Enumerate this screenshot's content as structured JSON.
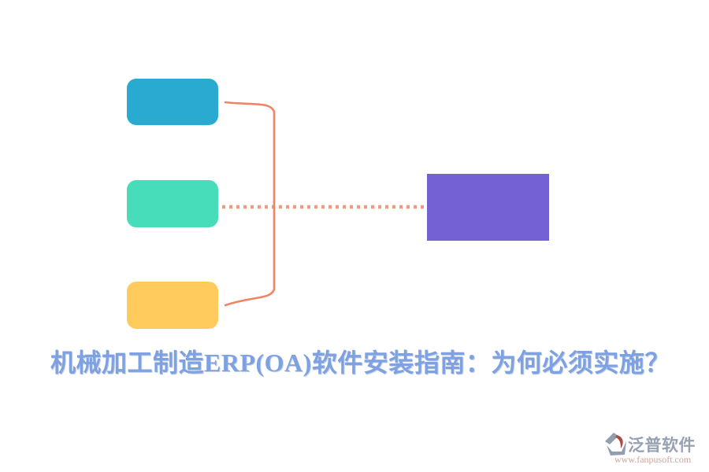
{
  "title": {
    "text": "机械加工制造ERP(OA)软件安装指南：为何必须实施？",
    "color": "#7da1e1"
  },
  "diagram": {
    "nodes": {
      "top": {
        "label": "",
        "color": "#29abd1"
      },
      "middle": {
        "label": "",
        "color": "#47dcba"
      },
      "bottom": {
        "label": "",
        "color": "#ffcb5c"
      },
      "target": {
        "label": "",
        "color": "#7462d5"
      }
    },
    "connector_color": "#ef8466",
    "dotted_connector_color": "#f29a80"
  },
  "watermark": {
    "brand": "泛普软件",
    "url": "www.fanpusoft.com",
    "brand_color": "#98a1b3",
    "url_color": "#cfa39c",
    "logo_gray": "#949db0",
    "logo_red": "#b4473c"
  }
}
